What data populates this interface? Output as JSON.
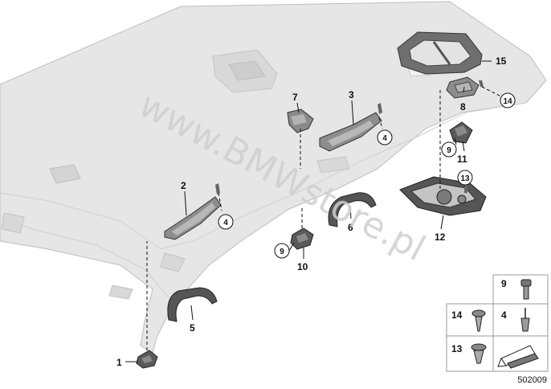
{
  "watermark": "www.BMWstore.pl",
  "diagram_number": "502009",
  "callouts": {
    "c1": "1",
    "c2": "2",
    "c3": "3",
    "c5": "5",
    "c6": "6",
    "c7": "7",
    "c8": "8",
    "c10": "10",
    "c11": "11",
    "c12": "12",
    "c15": "15"
  },
  "circled": {
    "r4a": "4",
    "r4b": "4",
    "r9a": "9",
    "r9b": "9",
    "r13": "13",
    "r14": "14"
  },
  "legend": {
    "l9": "9",
    "l14": "14",
    "l4": "4",
    "l13": "13"
  },
  "colors": {
    "headliner": "#e6e6e6",
    "headliner_edge": "#bdbdbd",
    "part_dark": "#5a5a5a",
    "part_mid": "#8c8c8c",
    "legend_border": "#9a9a9a"
  }
}
